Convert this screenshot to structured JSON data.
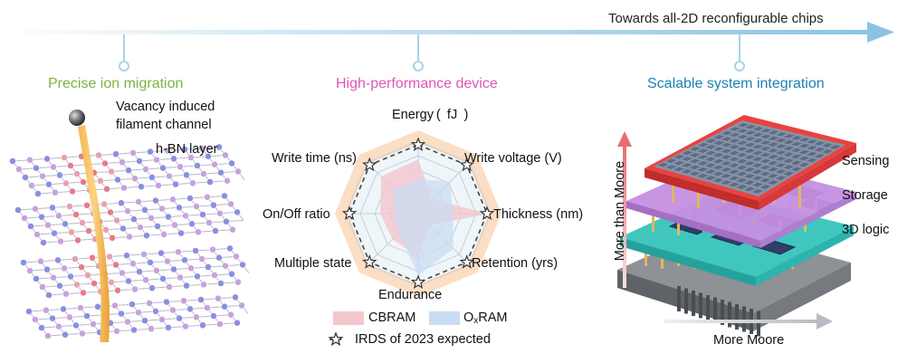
{
  "top_arrow": {
    "label": "Towards all-2D reconfigurable chips"
  },
  "sections": {
    "ion": {
      "title": "Precise ion migration",
      "label_filament_1": "Vacancy induced",
      "label_filament_2": "filament channel",
      "label_layer": "h-BN layer"
    },
    "performance": {
      "title": "High-performance device",
      "axes": [
        "Energy ( fJ )",
        "Write voltage (V)",
        "Thickness (nm)",
        "Retention (yrs)",
        "Endurance",
        "Multiple state",
        "On/Off ratio",
        "Write time (ns)"
      ],
      "legend": {
        "cbram": "CBRAM",
        "oxram_main": "O",
        "oxram_sub": "x",
        "oxram_end": "RAM",
        "irds": "IRDS  of  2023 expected"
      },
      "colors": {
        "cbram": "#f4c7cf",
        "oxram": "#c9dcf2",
        "irds_band": "#f9d3b0"
      }
    },
    "system": {
      "title": "Scalable system integration",
      "layers": [
        "Sensing",
        "Storage",
        "3D logic"
      ],
      "vertical_axis": "More than Moore",
      "horizontal_axis": "More Moore",
      "colors": {
        "sensing": "#e8433f",
        "storage": "#c58fe0",
        "logic": "#3fc7bf"
      }
    }
  }
}
